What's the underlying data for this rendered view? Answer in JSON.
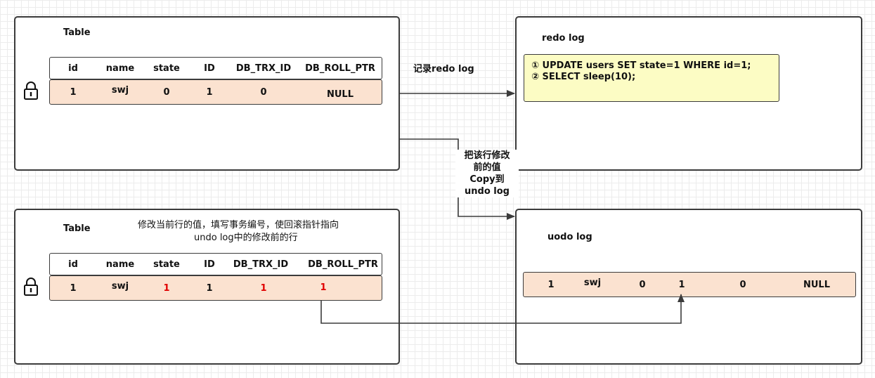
{
  "table_top": {
    "title": "Table",
    "headers": [
      "id",
      "name",
      "state",
      "ID",
      "DB_TRX_ID",
      "DB_ROLL_PTR"
    ],
    "row": [
      "1",
      "swj",
      "0",
      "1",
      "0",
      "NULL"
    ]
  },
  "table_bottom": {
    "title": "Table",
    "note_line1": "修改当前行的值，填写事务编号，使回滚指针指向",
    "note_line2": "undo log中的修改前的行",
    "headers": [
      "id",
      "name",
      "state",
      "ID",
      "DB_TRX_ID",
      "DB_ROLL_PTR"
    ],
    "row": [
      "1",
      "swj",
      "1",
      "1",
      "1",
      "1"
    ],
    "highlight_color": "#e00000"
  },
  "redo_log": {
    "title": "redo log",
    "line1": "① UPDATE users SET state=1 WHERE id=1;",
    "line2": "②  SELECT sleep(10);",
    "bg_color": "#fcfcc4"
  },
  "undo_log": {
    "title": "uodo log",
    "row": [
      "1",
      "swj",
      "0",
      "1",
      "0",
      "NULL"
    ]
  },
  "arrows": {
    "redo_label": "记录redo log",
    "undo_label_line1": "把该行修改",
    "undo_label_line2": "前的值",
    "undo_label_line3": "Copy到",
    "undo_label_line4": "undo log"
  },
  "icons": {
    "lock": "lock-icon"
  },
  "colors": {
    "row_bg": "#fbe2d0",
    "border": "#3b3b3b"
  }
}
